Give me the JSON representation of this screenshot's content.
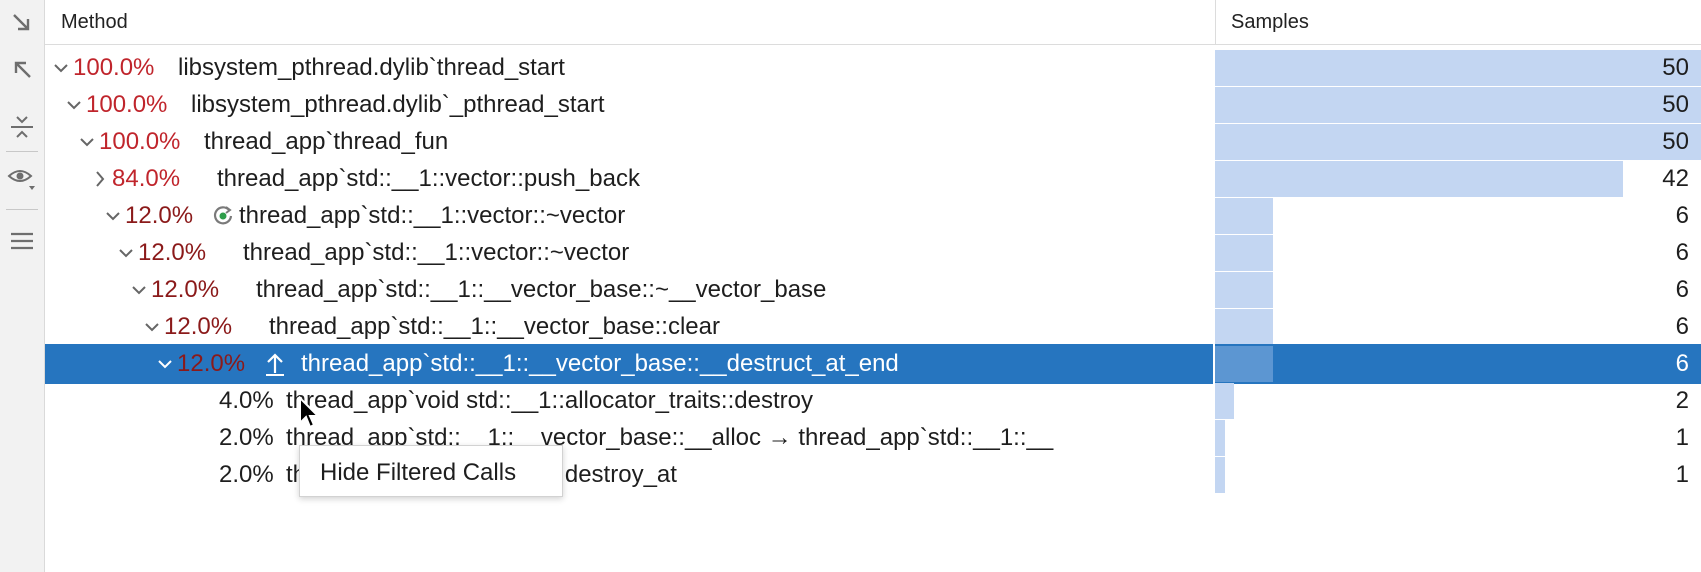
{
  "header": {
    "method_label": "Method",
    "samples_label": "Samples"
  },
  "toolbar": {
    "icons": [
      "navigate-down-icon",
      "navigate-up-icon",
      "collapse-all-icon",
      "view-options-icon",
      "menu-icon"
    ]
  },
  "colors": {
    "selection": "#2675bf",
    "bar": "#c3d6f2",
    "percent_high": "#c0252c",
    "percent_low": "#8b1a1a"
  },
  "rows": [
    {
      "expander": "expanded",
      "pct": "100.0%",
      "name": "libsystem_pthread.dylib`thread_start",
      "count": "50",
      "fraction": 1.0
    },
    {
      "expander": "expanded",
      "pct": "100.0%",
      "name": "libsystem_pthread.dylib`_pthread_start",
      "count": "50",
      "fraction": 1.0
    },
    {
      "expander": "expanded",
      "pct": "100.0%",
      "name": "thread_app`thread_fun",
      "count": "50",
      "fraction": 1.0
    },
    {
      "expander": "collapsed",
      "pct": "84.0%",
      "name": "thread_app`std::__1::vector::push_back",
      "count": "42",
      "fraction": 0.84
    },
    {
      "expander": "expanded",
      "pct": "12.0%",
      "name": "thread_app`std::__1::vector::~vector",
      "count": "6",
      "fraction": 0.12,
      "icon": "recursion-icon"
    },
    {
      "expander": "expanded",
      "pct": "12.0%",
      "name": "thread_app`std::__1::vector::~vector",
      "count": "6",
      "fraction": 0.12
    },
    {
      "expander": "expanded",
      "pct": "12.0%",
      "name": "thread_app`std::__1::__vector_base::~__vector_base",
      "count": "6",
      "fraction": 0.12
    },
    {
      "expander": "expanded",
      "pct": "12.0%",
      "name": "thread_app`std::__1::__vector_base::clear",
      "count": "6",
      "fraction": 0.12
    },
    {
      "expander": "expanded",
      "pct": "12.0%",
      "name": "thread_app`std::__1::__vector_base::__destruct_at_end",
      "count": "6",
      "fraction": 0.12,
      "icon": "filtered-calls-up-icon",
      "selected": true
    },
    {
      "expander": "none",
      "pct": "4.0%",
      "name": "thread_app`void std::__1::allocator_traits::destroy",
      "count": "2",
      "fraction": 0.04
    },
    {
      "expander": "none",
      "pct": "2.0%",
      "name": "thread_app`std::__1::__vector_base::__alloc → thread_app`std::__1::__",
      "count": "1",
      "fraction": 0.02
    },
    {
      "expander": "none",
      "pct": "2.0%",
      "name": "thread_app`void std::__1::destroy_at",
      "count": "1",
      "fraction": 0.02
    }
  ],
  "tooltip": {
    "text": "Hide Filtered Calls"
  }
}
